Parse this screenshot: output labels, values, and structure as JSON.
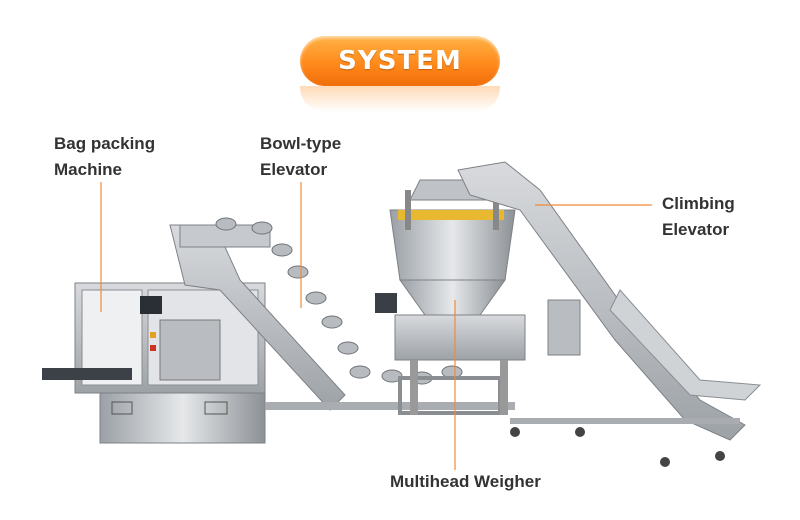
{
  "header": {
    "title": "SYSTEM"
  },
  "labels": {
    "bag_packing": {
      "line1": "Bag packing",
      "line2": "Machine"
    },
    "bowl_elevator": {
      "line1": "Bowl-type",
      "line2": "Elevator"
    },
    "climbing_elevator": {
      "line1": "Climbing",
      "line2": "Elevator"
    },
    "multihead_weigher": {
      "line1": "Multihead Weigher"
    }
  },
  "colors": {
    "accent": "#ff8a1c",
    "leader": "#f08a3a",
    "text": "#333333"
  }
}
